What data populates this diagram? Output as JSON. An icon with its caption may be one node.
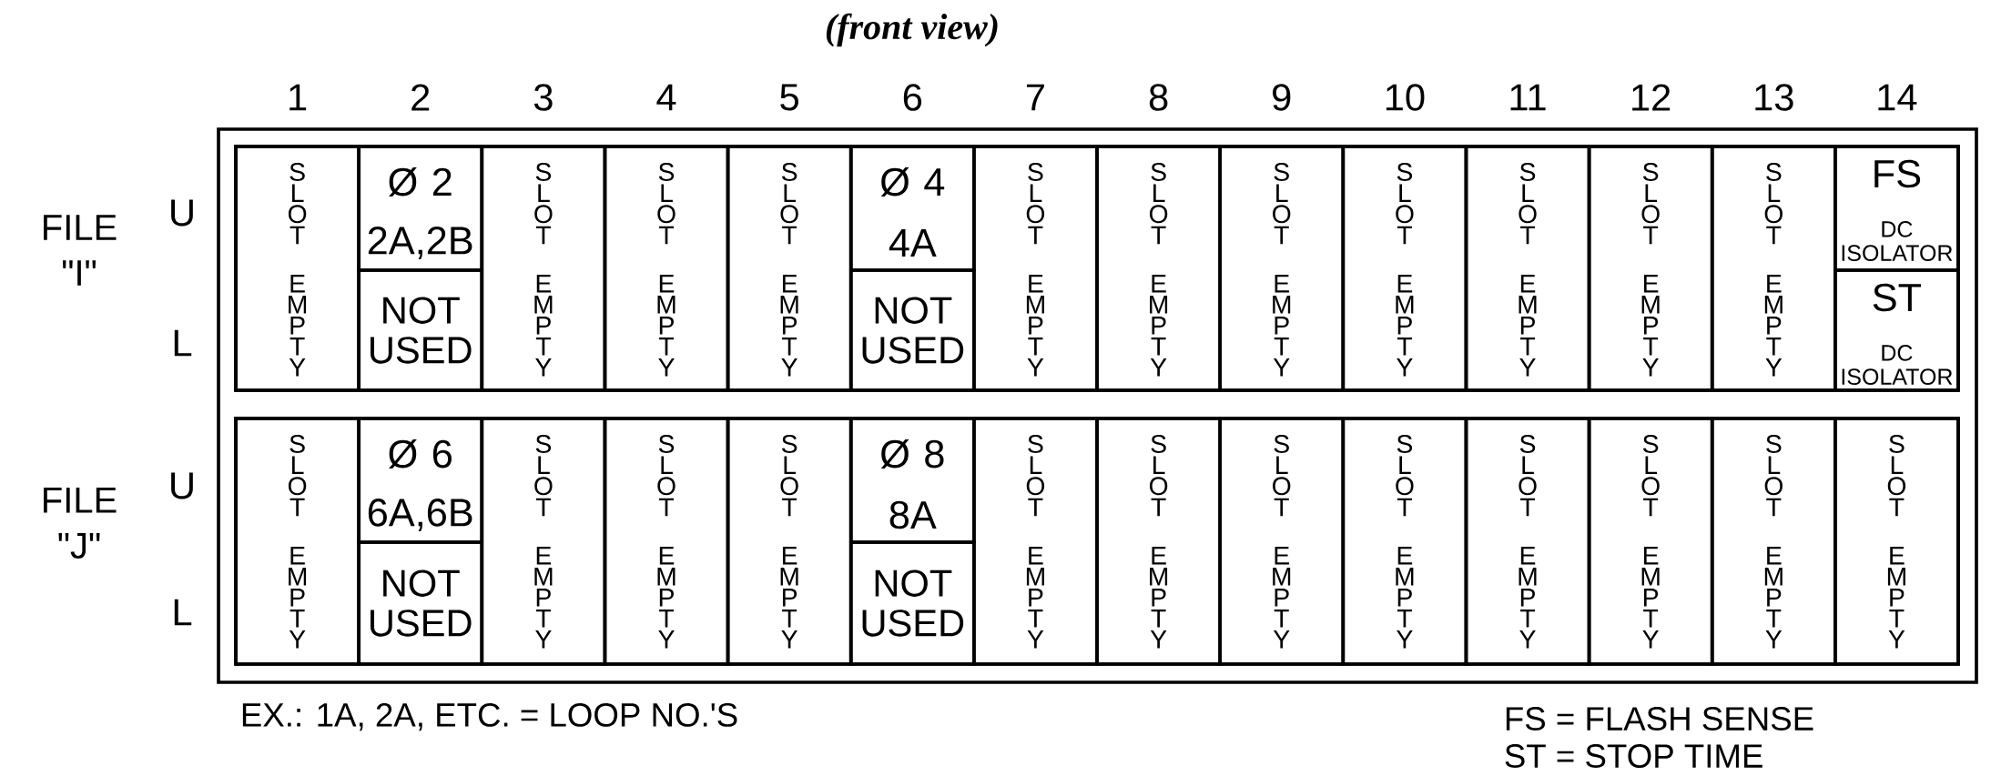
{
  "diagram": {
    "title": "(front view)",
    "nodes": [
      {
        "text": [],
        "shape": "box"
      },
      {
        "text": [],
        "shape": "box",
        "in": 0
      },
      {
        "text": [
          "SLOT",
          "EMPTY"
        ],
        "in": 1
      },
      {
        "text": [
          "Ø 2",
          "2A,2B"
        ],
        "in": 1
      },
      {
        "text": [
          "NOT USED"
        ],
        "in": 1
      },
      {
        "text": [
          "SLOT",
          "EMPTY"
        ],
        "in": 1
      },
      {
        "text": [
          "SLOT",
          "EMPTY"
        ],
        "in": 1
      },
      {
        "text": [
          "SLOT",
          "EMPTY"
        ],
        "in": 1
      },
      {
        "text": [
          "Ø 4",
          "4A"
        ],
        "in": 1
      },
      {
        "text": [
          "NOT USED"
        ],
        "in": 1
      },
      {
        "text": [
          "SLOT",
          "EMPTY"
        ],
        "in": 1
      },
      {
        "text": [
          "SLOT",
          "EMPTY"
        ],
        "in": 1
      },
      {
        "text": [
          "SLOT",
          "EMPTY"
        ],
        "in": 1
      },
      {
        "text": [
          "SLOT",
          "EMPTY"
        ],
        "in": 1
      },
      {
        "text": [
          "SLOT",
          "EMPTY"
        ],
        "in": 1
      },
      {
        "text": [
          "SLOT",
          "EMPTY"
        ],
        "in": 1
      },
      {
        "text": [
          "SLOT",
          "EMPTY"
        ],
        "in": 1
      },
      {
        "text": [
          "FS",
          "DC ISOLATOR"
        ],
        "in": 1
      },
      {
        "text": [
          "ST",
          "DC ISOLATOR"
        ],
        "in": 1
      },
      {
        "text": [],
        "shape": "box",
        "in": 0
      },
      {
        "text": [
          "SLOT",
          "EMPTY"
        ],
        "in": 19
      },
      {
        "text": [
          "Ø 6",
          "6A,6B"
        ],
        "in": 19
      },
      {
        "text": [
          "NOT USED"
        ],
        "in": 19
      },
      {
        "text": [
          "SLOT",
          "EMPTY"
        ],
        "in": 19
      },
      {
        "text": [
          "SLOT",
          "EMPTY"
        ],
        "in": 19
      },
      {
        "text": [
          "SLOT",
          "EMPTY"
        ],
        "in": 19
      },
      {
        "text": [
          "Ø 8",
          "8A"
        ],
        "in": 19
      },
      {
        "text": [
          "NOT USED"
        ],
        "in": 19
      },
      {
        "text": [
          "SLOT",
          "EMPTY"
        ],
        "in": 19
      },
      {
        "text": [
          "SLOT",
          "EMPTY"
        ],
        "in": 19
      },
      {
        "text": [
          "SLOT",
          "EMPTY"
        ],
        "in": 19
      },
      {
        "text": [
          "SLOT",
          "EMPTY"
        ],
        "in": 19
      },
      {
        "text": [
          "SLOT",
          "EMPTY"
        ],
        "in": 19
      },
      {
        "text": [
          "SLOT",
          "EMPTY"
        ],
        "in": 19
      },
      {
        "text": [
          "SLOT",
          "EMPTY"
        ],
        "in": 19
      },
      {
        "text": [
          "SLOT",
          "EMPTY"
        ],
        "in": 19
      }
    ],
    "edges": [],
    "labels": [
      "1",
      "2",
      "3",
      "4",
      "5",
      "6",
      "7",
      "8",
      "9",
      "10",
      "11",
      "12",
      "13",
      "14",
      "FILE \"I\"",
      "U",
      "L",
      "FILE \"J\"",
      "U",
      "L",
      "EX.: 1A, 2A, ETC. = LOOP NO.'S",
      "FS = FLASH SENSE",
      "ST = STOP TIME"
    ]
  }
}
